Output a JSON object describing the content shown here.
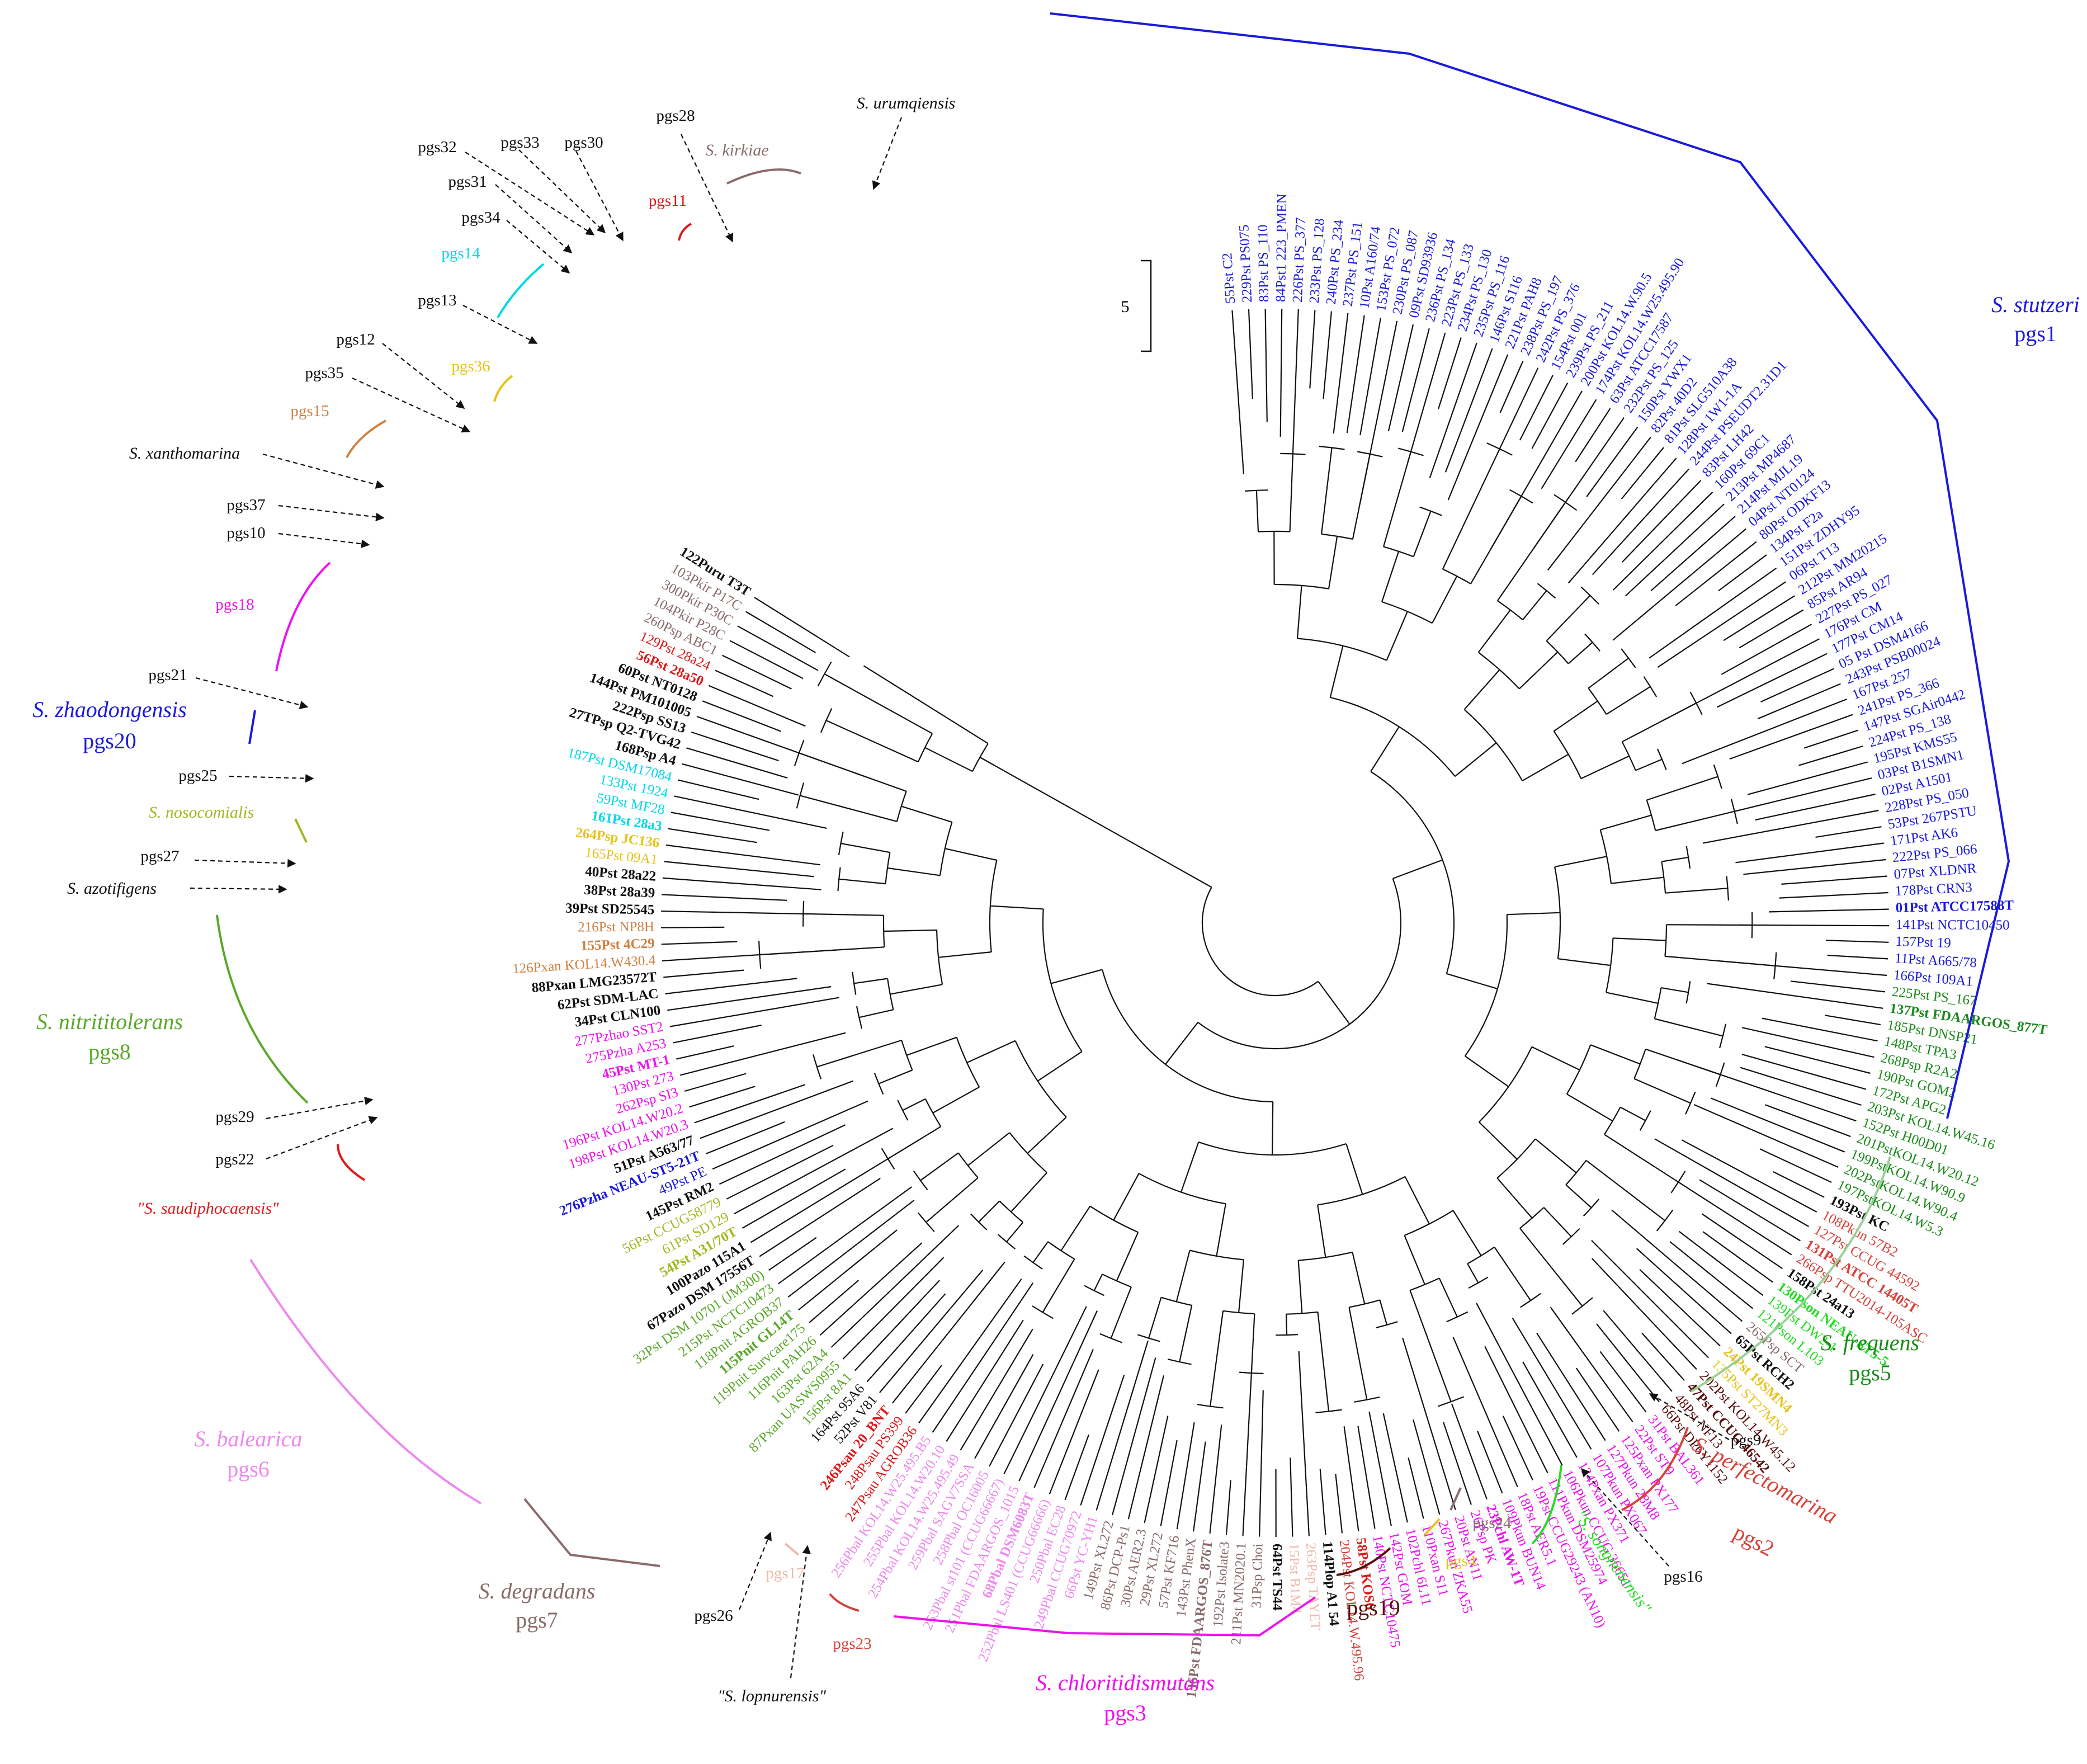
{
  "scale_bar": {
    "label": "5"
  },
  "groups": {
    "pgs1": {
      "color": "#1a1adc",
      "name": "S. stutzeri",
      "label": "pgs1"
    },
    "pgs5": {
      "color": "#1b8a1b",
      "name": "S. frequens",
      "label": "pgs5"
    },
    "pgs2": {
      "color": "#d8413a",
      "name": "S. perfectomarina",
      "label": "pgs2"
    },
    "songnenensis": {
      "color": "#22dd22",
      "name": "\"S. songnenensis\""
    },
    "pgs3": {
      "color": "#ee11ee",
      "name": "S. chloritidismutans",
      "label": "pgs3"
    },
    "pgs19": {
      "color": "#5a0e0e",
      "label": "pgs19"
    },
    "pgs4": {
      "color": "#e8c21a",
      "label": "pgs4"
    },
    "pgs24": {
      "color": "#8a6b6b",
      "label": "pgs24"
    },
    "pgs23": {
      "color": "#d8413a",
      "label": "pgs23"
    },
    "pgs17": {
      "color": "#f0b8a8",
      "label": "pgs17"
    },
    "lopnurensis": {
      "name": "\"S. lopnurensis\""
    },
    "pgs26": {
      "label": "pgs26"
    },
    "pgs7": {
      "color": "#8a6b6b",
      "name": "S. degradans",
      "label": "pgs7"
    },
    "pgs6": {
      "color": "#ee88ee",
      "name": "S. balearica",
      "label": "pgs6"
    },
    "saudiphocaensis": {
      "color": "#dd1a1a",
      "name": "\"S. saudiphocaensis\""
    },
    "pgs8": {
      "color": "#5aa82a",
      "name": "S. nitrititolerans",
      "label": "pgs8"
    },
    "pgs20": {
      "color": "#1a1adc",
      "name": "S. zhaodongensis",
      "label": "pgs20"
    },
    "pgs18": {
      "color": "#ee11ee",
      "label": "pgs18"
    },
    "pgs15": {
      "color": "#d08040",
      "label": "pgs15"
    },
    "pgs36": {
      "color": "#e8c21a",
      "label": "pgs36"
    },
    "pgs14": {
      "color": "#00d8e8",
      "label": "pgs14"
    },
    "pgs11": {
      "color": "#dd1a1a",
      "label": "pgs11"
    },
    "kirkiae": {
      "color": "#8a6b6b",
      "name": "S. kirkiae"
    },
    "urumqiensis": {
      "name": "S. urumqiensis"
    },
    "xanthomarina": {
      "name": "S. xanthomarina"
    },
    "nosocomialis": {
      "color": "#a0b820",
      "name": "S. nosocomialis"
    },
    "azotifigens": {
      "name": "S. azotifigens"
    },
    "pgs9": {
      "label": "pgs9"
    },
    "pgs16": {
      "label": "pgs16"
    },
    "pgs10": {
      "label": "pgs10"
    },
    "pgs12": {
      "label": "pgs12"
    },
    "pgs13": {
      "label": "pgs13"
    },
    "pgs21": {
      "label": "pgs21"
    },
    "pgs22": {
      "label": "pgs22"
    },
    "pgs25": {
      "label": "pgs25"
    },
    "pgs27": {
      "label": "pgs27"
    },
    "pgs28": {
      "label": "pgs28"
    },
    "pgs29": {
      "label": "pgs29"
    },
    "pgs30": {
      "label": "pgs30"
    },
    "pgs31": {
      "label": "pgs31"
    },
    "pgs32": {
      "label": "pgs32"
    },
    "pgs33": {
      "label": "pgs33"
    },
    "pgs34": {
      "label": "pgs34"
    },
    "pgs35": {
      "label": "pgs35"
    },
    "pgs37": {
      "label": "pgs37"
    }
  },
  "leaves": [
    {
      "label": "55Pst C2",
      "color": "#1a1adc"
    },
    {
      "label": "229Pst PS075",
      "color": "#1a1adc"
    },
    {
      "label": "83Pst PS_110",
      "color": "#1a1adc"
    },
    {
      "label": "84Pst1 223_PMEN",
      "color": "#1a1adc"
    },
    {
      "label": "226Pst PS_377",
      "color": "#1a1adc"
    },
    {
      "label": "233Pst PS_128",
      "color": "#1a1adc"
    },
    {
      "label": "240Pst PS_234",
      "color": "#1a1adc"
    },
    {
      "label": "237Pst PS_151",
      "color": "#1a1adc"
    },
    {
      "label": "10Pst A160/74",
      "color": "#1a1adc"
    },
    {
      "label": "153Pst PS_072",
      "color": "#1a1adc"
    },
    {
      "label": "230Pst PS_087",
      "color": "#1a1adc"
    },
    {
      "label": "09Pst SD93936",
      "color": "#1a1adc"
    },
    {
      "label": "236Pst PS_134",
      "color": "#1a1adc"
    },
    {
      "label": "223Pst PS_133",
      "color": "#1a1adc"
    },
    {
      "label": "234Pst PS_130",
      "color": "#1a1adc"
    },
    {
      "label": "235Pst PS_116",
      "color": "#1a1adc"
    },
    {
      "label": "146Pst S116",
      "color": "#1a1adc"
    },
    {
      "label": "221Pst PAH8",
      "color": "#1a1adc"
    },
    {
      "label": "238Pst PS_197",
      "color": "#1a1adc"
    },
    {
      "label": "242Pst PS_376",
      "color": "#1a1adc"
    },
    {
      "label": "154Pst 001",
      "color": "#1a1adc"
    },
    {
      "label": "239Pst PS_211",
      "color": "#1a1adc"
    },
    {
      "label": "200Pst KOL14.W.90.5",
      "color": "#1a1adc"
    },
    {
      "label": "174Pst KOL14.W25.495.90",
      "color": "#1a1adc"
    },
    {
      "label": "63Pst ATCC17587",
      "color": "#1a1adc"
    },
    {
      "label": "232Pst PS_125",
      "color": "#1a1adc"
    },
    {
      "label": "150Pst YWX1",
      "color": "#1a1adc"
    },
    {
      "label": "82Pst 40D2",
      "color": "#1a1adc"
    },
    {
      "label": "81Pst SLG510A38",
      "color": "#1a1adc"
    },
    {
      "label": "128Pst 1W1-1A",
      "color": "#1a1adc"
    },
    {
      "label": "244Pst PSEUDT2.31D1",
      "color": "#1a1adc"
    },
    {
      "label": "83Pst LH42",
      "color": "#1a1adc"
    },
    {
      "label": "160Pst 69C1",
      "color": "#1a1adc"
    },
    {
      "label": "213Pst MP4687",
      "color": "#1a1adc"
    },
    {
      "label": "214Pst MJL19",
      "color": "#1a1adc"
    },
    {
      "label": "04Pst NT0124",
      "color": "#1a1adc"
    },
    {
      "label": "80Pst ODKF13",
      "color": "#1a1adc"
    },
    {
      "label": "134Pst F2a",
      "color": "#1a1adc"
    },
    {
      "label": "151Pst ZDHY95",
      "color": "#1a1adc"
    },
    {
      "label": "06Pst T13",
      "color": "#1a1adc"
    },
    {
      "label": "212Pst MM20215",
      "color": "#1a1adc"
    },
    {
      "label": "85Pst AR94",
      "color": "#1a1adc"
    },
    {
      "label": "227Pst PS_027",
      "color": "#1a1adc"
    },
    {
      "label": "176Pst CM",
      "color": "#1a1adc"
    },
    {
      "label": "177Pst CM14",
      "color": "#1a1adc"
    },
    {
      "label": "05 Pst DSM4166",
      "color": "#1a1adc"
    },
    {
      "label": "243Pst PSB00024",
      "color": "#1a1adc"
    },
    {
      "label": "167Pst 257",
      "color": "#1a1adc"
    },
    {
      "label": "241Pst PS_366",
      "color": "#1a1adc"
    },
    {
      "label": "147Pst SGAir0442",
      "color": "#1a1adc"
    },
    {
      "label": "224Pst PS_138",
      "color": "#1a1adc"
    },
    {
      "label": "195Pst KMS55",
      "color": "#1a1adc"
    },
    {
      "label": "03Pst B1SMN1",
      "color": "#1a1adc"
    },
    {
      "label": "02Pst A1501",
      "color": "#1a1adc"
    },
    {
      "label": "228Pst PS_050",
      "color": "#1a1adc"
    },
    {
      "label": "53Pst 267PSTU",
      "color": "#1a1adc"
    },
    {
      "label": "171Pst AK6",
      "color": "#1a1adc"
    },
    {
      "label": "222Pst PS_066",
      "color": "#1a1adc"
    },
    {
      "label": "07Pst XLDNR",
      "color": "#1a1adc"
    },
    {
      "label": "178Pst CRN3",
      "color": "#1a1adc"
    },
    {
      "label": "01Pst ATCC17588T",
      "color": "#1a1adc",
      "bold": true
    },
    {
      "label": "141Pst NCTC10450",
      "color": "#1a1adc"
    },
    {
      "label": "157Pst 19",
      "color": "#1a1adc"
    },
    {
      "label": "11Pst A665/78",
      "color": "#1a1adc"
    },
    {
      "label": "166Pst 109A1",
      "color": "#1a1adc"
    },
    {
      "label": "225Pst PS_167",
      "color": "#1b8a1b"
    },
    {
      "label": "137Pst FDAARGOS_877T",
      "color": "#1b8a1b",
      "bold": true
    },
    {
      "label": "185Pst DNSP21",
      "color": "#1b8a1b"
    },
    {
      "label": "148Pst TPA3",
      "color": "#1b8a1b"
    },
    {
      "label": "268Psp R2A2",
      "color": "#1b8a1b"
    },
    {
      "label": "190Pst GOM2",
      "color": "#1b8a1b"
    },
    {
      "label": "172Pst APG2",
      "color": "#1b8a1b"
    },
    {
      "label": "203Pst KOL14.W45.16",
      "color": "#1b8a1b"
    },
    {
      "label": "152Pst H00D01",
      "color": "#1b8a1b"
    },
    {
      "label": "201PstKOL14.W20.12",
      "color": "#1b8a1b"
    },
    {
      "label": "199PstKOL14.W90.9",
      "color": "#1b8a1b"
    },
    {
      "label": "202PstKOL14.W90.4",
      "color": "#1b8a1b"
    },
    {
      "label": "197PstKOL14.W5.3",
      "color": "#1b8a1b"
    },
    {
      "label": "193Pst KC",
      "color": "#111111",
      "bold": true
    },
    {
      "label": "108Pkun 57B2",
      "color": "#d8413a"
    },
    {
      "label": "127Pst CCUG 44592",
      "color": "#d8413a"
    },
    {
      "label": "131Pst ATCC 14405T",
      "color": "#d8413a",
      "bold": true
    },
    {
      "label": "266Psp TTU2014-105ASC",
      "color": "#d8413a"
    },
    {
      "label": "158Pst 24a13",
      "color": "#111111",
      "bold": true
    },
    {
      "label": "130Pson NEAU-ST5-5",
      "color": "#22dd22",
      "bold": true
    },
    {
      "label": "139Pst DW2-1",
      "color": "#22dd22"
    },
    {
      "label": "121Pson L103",
      "color": "#22dd22"
    },
    {
      "label": "265Psp SCT",
      "color": "#8a6b6b"
    },
    {
      "label": "65Pst RCH2",
      "color": "#111111",
      "bold": true
    },
    {
      "label": "24Pst 19SMN4",
      "color": "#e8c21a",
      "bold": true
    },
    {
      "label": "135Pst ST27MN3",
      "color": "#e8c21a"
    },
    {
      "label": "202Pst KOL14.W45.12",
      "color": "#5a0e0e"
    },
    {
      "label": "47Pst CCUG 46542",
      "color": "#5a0e0e",
      "bold": true
    },
    {
      "label": "48Pst NF13",
      "color": "#5a0e0e"
    },
    {
      "label": "66Pst DP6Y1152",
      "color": "#5a0e0e"
    },
    {
      "label": "31Pst BAL361",
      "color": "#ee11ee"
    },
    {
      "label": "22Pst ST9",
      "color": "#ee11ee"
    },
    {
      "label": "125Pxan PX177",
      "color": "#ee11ee"
    },
    {
      "label": "127Pkun 28M8",
      "color": "#ee11ee"
    },
    {
      "label": "107Pkun PX067",
      "color": "#ee11ee"
    },
    {
      "label": "124Pxan PX371",
      "color": "#ee11ee"
    },
    {
      "label": "106Pkun CCUG 36651",
      "color": "#ee11ee"
    },
    {
      "label": "111Pkun DSM25974",
      "color": "#ee11ee"
    },
    {
      "label": "19Pst CCUG29243 (AN10)",
      "color": "#ee11ee"
    },
    {
      "label": "18Pst AER5.1",
      "color": "#ee11ee"
    },
    {
      "label": "109Pkun BUN14",
      "color": "#ee11ee"
    },
    {
      "label": "23Pchl AW-1T",
      "color": "#ee11ee",
      "bold": true
    },
    {
      "label": "26Psp PK",
      "color": "#ee11ee"
    },
    {
      "label": "20Pst AN11",
      "color": "#ee11ee"
    },
    {
      "label": "267Pkun ZKA55",
      "color": "#ee11ee"
    },
    {
      "label": "110Pxan S11",
      "color": "#ee11ee"
    },
    {
      "label": "102Pchl 6L11",
      "color": "#ee11ee"
    },
    {
      "label": "142Pst GOM",
      "color": "#ee11ee"
    },
    {
      "label": "140Pst NCTC10475",
      "color": "#ee11ee"
    },
    {
      "label": "58Pst KOS6",
      "color": "#dd1a1a",
      "bold": true
    },
    {
      "label": "204Pst KOL14.W.495.96",
      "color": "#d8413a"
    },
    {
      "label": "114Plop A1 54",
      "color": "#111111",
      "bold": true
    },
    {
      "label": "263Psp TAYET",
      "color": "#f0b8a8"
    },
    {
      "label": "15Pst B1M4",
      "color": "#f0b8a8"
    },
    {
      "label": "64Pst TS44",
      "color": "#111111",
      "bold": true
    },
    {
      "label": "31Psp Choi",
      "color": "#8a6b6b"
    },
    {
      "label": "211Pst MN2020.1",
      "color": "#8a6b6b"
    },
    {
      "label": "192Pst Isolate3",
      "color": "#8a6b6b"
    },
    {
      "label": "136Pst FDAARGOS_876T",
      "color": "#8a6b6b",
      "bold": true
    },
    {
      "label": "143Pst PhenX",
      "color": "#8a6b6b"
    },
    {
      "label": "57Pst KF716",
      "color": "#8a6b6b"
    },
    {
      "label": "29Pst XL272",
      "color": "#8a6b6b"
    },
    {
      "label": "30Pst AER2.3",
      "color": "#8a6b6b"
    },
    {
      "label": "86Pst DCP-Ps1",
      "color": "#8a6b6b"
    },
    {
      "label": "149Pst XL272",
      "color": "#8a6b6b"
    },
    {
      "label": "66Pst YC-YH1",
      "color": "#ee88ee"
    },
    {
      "label": "249Pbal CCUG70972",
      "color": "#ee88ee"
    },
    {
      "label": "250Pbal EC28",
      "color": "#ee88ee"
    },
    {
      "label": "252Pbal LS401 (CCUG66666)",
      "color": "#ee88ee"
    },
    {
      "label": "68Pbal DSM6083T",
      "color": "#ee88ee",
      "bold": true
    },
    {
      "label": "251Pbal FDAARGOS_1015",
      "color": "#ee88ee"
    },
    {
      "label": "253Pbal st101 (CCUG66667)",
      "color": "#ee88ee"
    },
    {
      "label": "258Pbal OC16005",
      "color": "#ee88ee"
    },
    {
      "label": "259Pbal SAGV7SSA",
      "color": "#ee88ee"
    },
    {
      "label": "254Pbal KOL14.W25.495.49",
      "color": "#ee88ee"
    },
    {
      "label": "255Pbal KOL14.W20.10",
      "color": "#ee88ee"
    },
    {
      "label": "256Pbal KOL14.W25.495.B5",
      "color": "#ee88ee"
    },
    {
      "label": "247Psau AGROB36",
      "color": "#dd1a1a"
    },
    {
      "label": "248Psau PS399",
      "color": "#dd1a1a"
    },
    {
      "label": "246Psau 20_BNT",
      "color": "#dd1a1a",
      "bold": true
    },
    {
      "label": "52Pst V81",
      "color": "#111111"
    },
    {
      "label": "164Pst 95A6",
      "color": "#111111"
    },
    {
      "label": "156Pst 8A1",
      "color": "#5aa82a"
    },
    {
      "label": "87Pxan UASWS0955",
      "color": "#5aa82a"
    },
    {
      "label": "163Pst 62A4",
      "color": "#5aa82a"
    },
    {
      "label": "116Pnit PAH26",
      "color": "#5aa82a"
    },
    {
      "label": "119Pnit Survcare175",
      "color": "#5aa82a"
    },
    {
      "label": "115Pnit GL14T",
      "color": "#5aa82a",
      "bold": true
    },
    {
      "label": "118Pnit AGROB37",
      "color": "#5aa82a"
    },
    {
      "label": "215Pst NCTC10473",
      "color": "#5aa82a"
    },
    {
      "label": "32Pst DSM 10701 (JM300)",
      "color": "#5aa82a"
    },
    {
      "label": "67Pazo DSM 17556T",
      "color": "#111111",
      "bold": true
    },
    {
      "label": "100Pazo 115A1",
      "color": "#111111",
      "bold": true
    },
    {
      "label": "54Pst A31/70T",
      "color": "#a0b820",
      "bold": true
    },
    {
      "label": "61Pst SD129",
      "color": "#a0b820"
    },
    {
      "label": "56Pst CCUG58779",
      "color": "#a0b820"
    },
    {
      "label": "145Pst RM2",
      "color": "#111111",
      "bold": true
    },
    {
      "label": "49Pst PE",
      "color": "#1a1adc"
    },
    {
      "label": "276Pzha NEAU-ST5-21T",
      "color": "#1a1adc",
      "bold": true
    },
    {
      "label": "51Pst A563/77",
      "color": "#111111",
      "bold": true
    },
    {
      "label": "198Pst KOL14.W20.3",
      "color": "#ee11ee"
    },
    {
      "label": "196Pst KOL14.W20.2",
      "color": "#ee11ee"
    },
    {
      "label": "262Psp SI3",
      "color": "#ee11ee"
    },
    {
      "label": "130Pst 273",
      "color": "#ee11ee"
    },
    {
      "label": "45Pst MT-1",
      "color": "#ee11ee",
      "bold": true
    },
    {
      "label": "275Pzha A253",
      "color": "#ee11ee"
    },
    {
      "label": "277Pzhao SST2",
      "color": "#ee11ee"
    },
    {
      "label": "34Pst CLN100",
      "color": "#111111",
      "bold": true
    },
    {
      "label": "62Pst SDM-LAC",
      "color": "#111111",
      "bold": true
    },
    {
      "label": "88Pxan LMG23572T",
      "color": "#111111",
      "bold": true
    },
    {
      "label": "126Pxan KOL14.W430.4",
      "color": "#d08040"
    },
    {
      "label": "155Pst 4C29",
      "color": "#d08040",
      "bold": true
    },
    {
      "label": "216Pst NP8H",
      "color": "#d08040"
    },
    {
      "label": "39Pst SD25545",
      "color": "#111111",
      "bold": true
    },
    {
      "label": "38Pst 28a39",
      "color": "#111111",
      "bold": true
    },
    {
      "label": "40Pst 28a22",
      "color": "#111111",
      "bold": true
    },
    {
      "label": "165Pst 09A1",
      "color": "#e8c21a"
    },
    {
      "label": "264Psp JC136",
      "color": "#e8c21a",
      "bold": true
    },
    {
      "label": "161Pst 28a3",
      "color": "#00d8e8",
      "bold": true
    },
    {
      "label": "59Pst MF28",
      "color": "#00d8e8"
    },
    {
      "label": "133Pst 1924",
      "color": "#00d8e8"
    },
    {
      "label": "187Pst DSM17084",
      "color": "#00d8e8"
    },
    {
      "label": "168Psp A4",
      "color": "#111111",
      "bold": true
    },
    {
      "label": "27TPsp Q2-TVG42",
      "color": "#111111",
      "bold": true
    },
    {
      "label": "222Psp SS13",
      "color": "#111111",
      "bold": true
    },
    {
      "label": "144Pst PM101005",
      "color": "#111111",
      "bold": true
    },
    {
      "label": "60Pst NT0128",
      "color": "#111111",
      "bold": true
    },
    {
      "label": "56Pst 28a50",
      "color": "#dd1a1a",
      "bold": true
    },
    {
      "label": "129Pst 28a24",
      "color": "#dd1a1a"
    },
    {
      "label": "260Psp ABC1",
      "color": "#8a6b6b"
    },
    {
      "label": "104Pkir P28C",
      "color": "#8a6b6b"
    },
    {
      "label": "300Pkir P30C",
      "color": "#8a6b6b"
    },
    {
      "label": "103Pkir P17C",
      "color": "#8a6b6b"
    },
    {
      "label": "122Puru T3T",
      "color": "#111111",
      "bold": true
    }
  ]
}
